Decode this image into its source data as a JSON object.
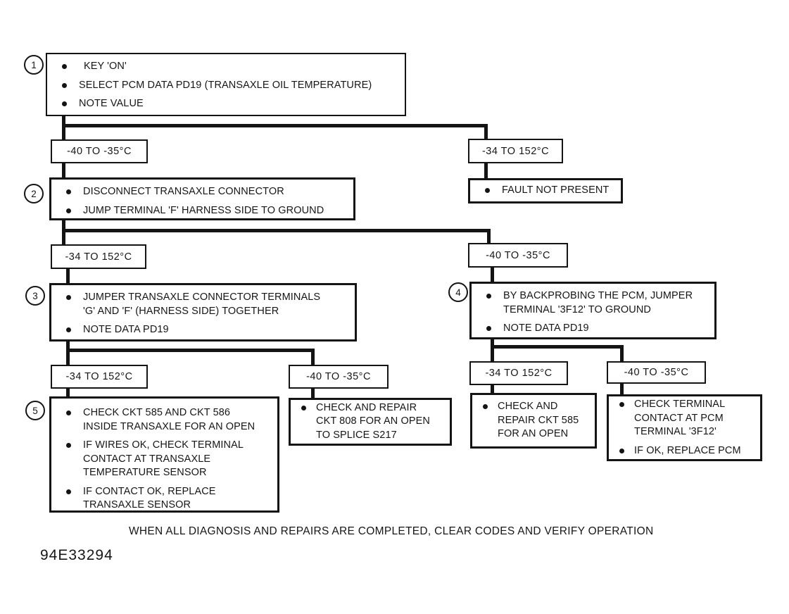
{
  "ranges": {
    "cold": "-40 TO -35°C",
    "hot": "-34 TO 152°C"
  },
  "steps": {
    "s1": {
      "num": "1",
      "b0": "KEY 'ON'",
      "b1": "SELECT PCM DATA PD19 (TRANSAXLE OIL TEMPERATURE)",
      "b2": "NOTE VALUE"
    },
    "s2": {
      "num": "2",
      "b0": "DISCONNECT TRANSAXLE CONNECTOR",
      "b1": "JUMP TERMINAL 'F' HARNESS SIDE TO GROUND"
    },
    "s3": {
      "num": "3",
      "b0": "JUMPER TRANSAXLE CONNECTOR TERMINALS 'G' AND 'F' (HARNESS SIDE) TOGETHER",
      "b1": "NOTE DATA PD19"
    },
    "s4": {
      "num": "4",
      "b0": "BY BACKPROBING THE PCM, JUMPER TERMINAL '3F12' TO GROUND",
      "b1": "NOTE DATA PD19"
    },
    "s5": {
      "num": "5",
      "b0": "CHECK CKT 585 AND CKT 586 INSIDE TRANSAXLE FOR AN OPEN",
      "b1": "IF WIRES OK, CHECK TERMINAL CONTACT AT TRANSAXLE TEMPERATURE SENSOR",
      "b2": "IF CONTACT OK, REPLACE TRANSAXLE SENSOR"
    }
  },
  "results": {
    "fault": "FAULT NOT PRESENT",
    "ckt808": "CHECK AND REPAIR CKT 808 FOR AN OPEN TO SPLICE S217",
    "ckt585": "CHECK AND REPAIR CKT 585 FOR AN OPEN",
    "pcm_b0": "CHECK TERMINAL CONTACT AT PCM TERMINAL '3F12'",
    "pcm_b1": "IF OK, REPLACE PCM"
  },
  "footer": {
    "note": "WHEN ALL DIAGNOSIS AND REPAIRS ARE COMPLETED, CLEAR CODES AND VERIFY OPERATION",
    "figure_id": "94E33294"
  },
  "colors": {
    "ink": "#141414",
    "paper": "#ffffff"
  }
}
